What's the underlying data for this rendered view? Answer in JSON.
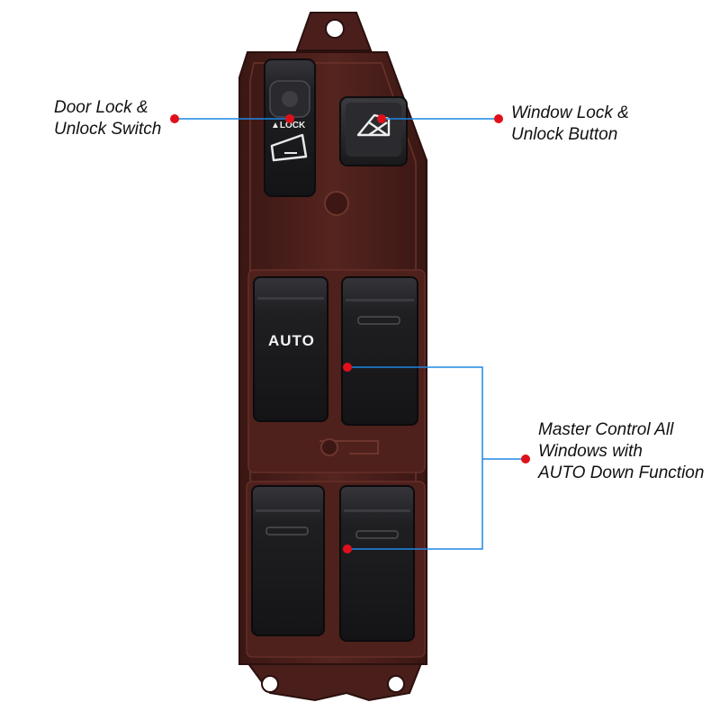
{
  "image": {
    "subject": "car master power window switch panel",
    "colors": {
      "panel": "#4a1f1b",
      "panel_edge": "#2e1210",
      "button": "#1b1b1d",
      "button_top": "#2c2c2f",
      "callout_line": "#1e88e5",
      "callout_dot": "#e0101a",
      "background": "#ffffff"
    }
  },
  "panel": {
    "auto_label": "AUTO",
    "lock_label": "LOCK",
    "lock_arrow": "▲"
  },
  "callouts": [
    {
      "id": "door-lock",
      "lines": [
        "Door Lock &",
        "Unlock Switch"
      ]
    },
    {
      "id": "window-lock",
      "lines": [
        "Window Lock &",
        "Unlock Button"
      ]
    },
    {
      "id": "master-control",
      "lines": [
        "Master Control  All",
        "Windows with",
        "AUTO Down Function"
      ]
    }
  ]
}
